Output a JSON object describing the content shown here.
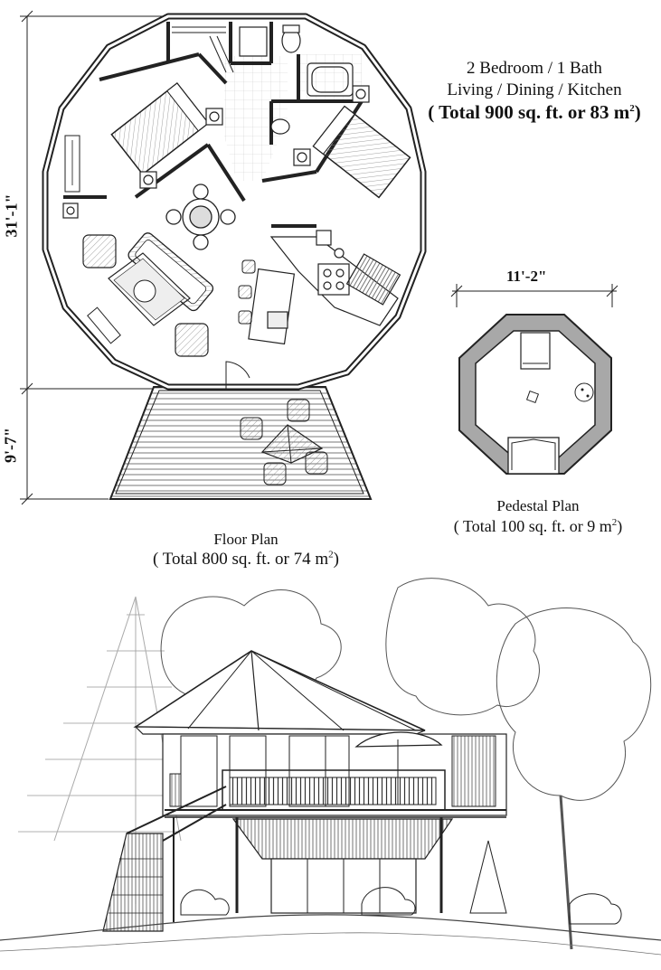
{
  "header": {
    "line1": "2 Bedroom / 1 Bath",
    "line2": "Living / Dining / Kitchen",
    "total_prefix": "( Total 900 sq. ft. or 83 m",
    "total_sup": "2",
    "total_suffix": ")"
  },
  "floor_plan": {
    "caption": "Floor Plan",
    "total_prefix": "( Total 800 sq. ft. or 74 m",
    "total_sup": "2",
    "total_suffix": ")",
    "dim_height": "31'-1\"",
    "dim_deck": "9'-7\""
  },
  "pedestal_plan": {
    "caption": "Pedestal Plan",
    "total_prefix": "( Total 100 sq. ft. or 9 m",
    "total_sup": "2",
    "total_suffix": ")",
    "dim_width": "11'-2\""
  },
  "colors": {
    "line": "#222222",
    "wall_fill": "#9a9a9a",
    "tile": "#cfcfcf",
    "hatch": "#bbbbbb"
  }
}
